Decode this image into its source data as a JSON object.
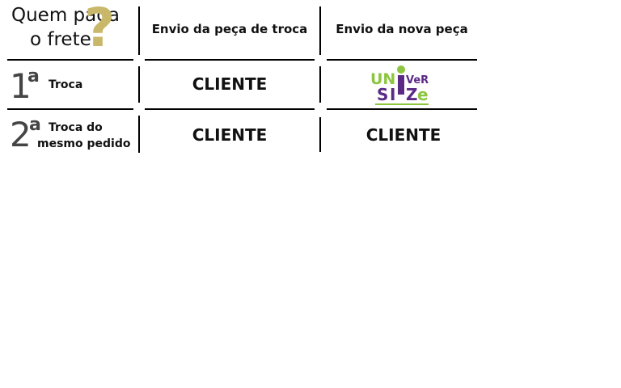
{
  "header": {
    "title_line1": "Quem paga",
    "title_line2": "o frete",
    "question_mark": "?",
    "col_send_exchange": "Envio da peça de troca",
    "col_send_new": "Envio da nova peça"
  },
  "rows": [
    {
      "ordinal_number": "1",
      "ordinal_suffix": "a",
      "label_line1": "Troca",
      "send_exchange": "CLIENTE",
      "send_new_logo": "UniverSize"
    },
    {
      "ordinal_number": "2",
      "ordinal_suffix": "a",
      "label_line1": "Troca do",
      "label_line2": "mesmo pedido",
      "send_exchange": "CLIENTE",
      "send_new": "CLIENTE"
    }
  ],
  "logo": {
    "text_top": "UNiVeR",
    "text_bottom": "SIZe",
    "colors": {
      "green": "#8cc63f",
      "purple": "#5b2a86"
    }
  },
  "colors": {
    "question_mark": "#c9b86a",
    "ordinal": "#444444"
  }
}
